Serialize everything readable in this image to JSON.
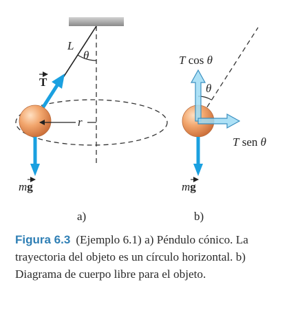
{
  "diagram": {
    "panel_a": {
      "label": "a)",
      "length_label": "L",
      "angle_label": "θ",
      "radius_label": "r",
      "tension_label": "T",
      "weight_label": {
        "m": "m",
        "g": "g"
      }
    },
    "panel_b": {
      "label": "b)",
      "angle_label": "θ",
      "tension_vertical_label": {
        "T": "T",
        "func": " cos ",
        "theta": "θ"
      },
      "tension_horizontal_label": {
        "T": "T",
        "func": " sen ",
        "theta": "θ"
      },
      "weight_label": {
        "m": "m",
        "g": "g"
      }
    },
    "colors": {
      "ball_fill": "#f0a46b",
      "ball_highlight": "#ffd9b3",
      "arrow_solid": "#1aa0e0",
      "arrow_light": "#8fd3f0",
      "arrow_outline": "#3a8fc0",
      "dashed_line": "#333333",
      "ceiling": "#a7a7a7",
      "caption_figure": "#2f7fb5"
    }
  },
  "caption": {
    "figure": "Figura 6.3",
    "text": "(Ejemplo 6.1) a) Péndulo cónico. La trayectoria del objeto es un círculo horizontal. b) Diagrama de cuerpo libre para el objeto."
  }
}
